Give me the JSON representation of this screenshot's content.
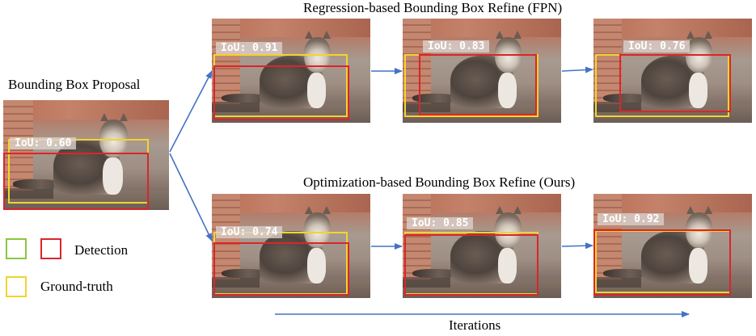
{
  "titles": {
    "proposal": "Bounding Box Proposal",
    "fpn": "Regression-based Bounding Box Refine (FPN)",
    "ours": "Optimization-based Bounding Box Refine (Ours)",
    "iterations": "Iterations"
  },
  "legend": {
    "detection": "Detection",
    "ground_truth": "Ground-truth",
    "colors": {
      "green": "#8cc63f",
      "red": "#d9262b",
      "yellow": "#f2d42e"
    }
  },
  "proposal_iou": "IoU: 0.60",
  "fpn_iou": [
    "IoU: 0.91",
    "IoU: 0.83",
    "IoU: 0.76"
  ],
  "ours_iou": [
    "IoU: 0.74",
    "IoU: 0.85",
    "IoU: 0.92"
  ],
  "arrow_color": "#4472c4"
}
